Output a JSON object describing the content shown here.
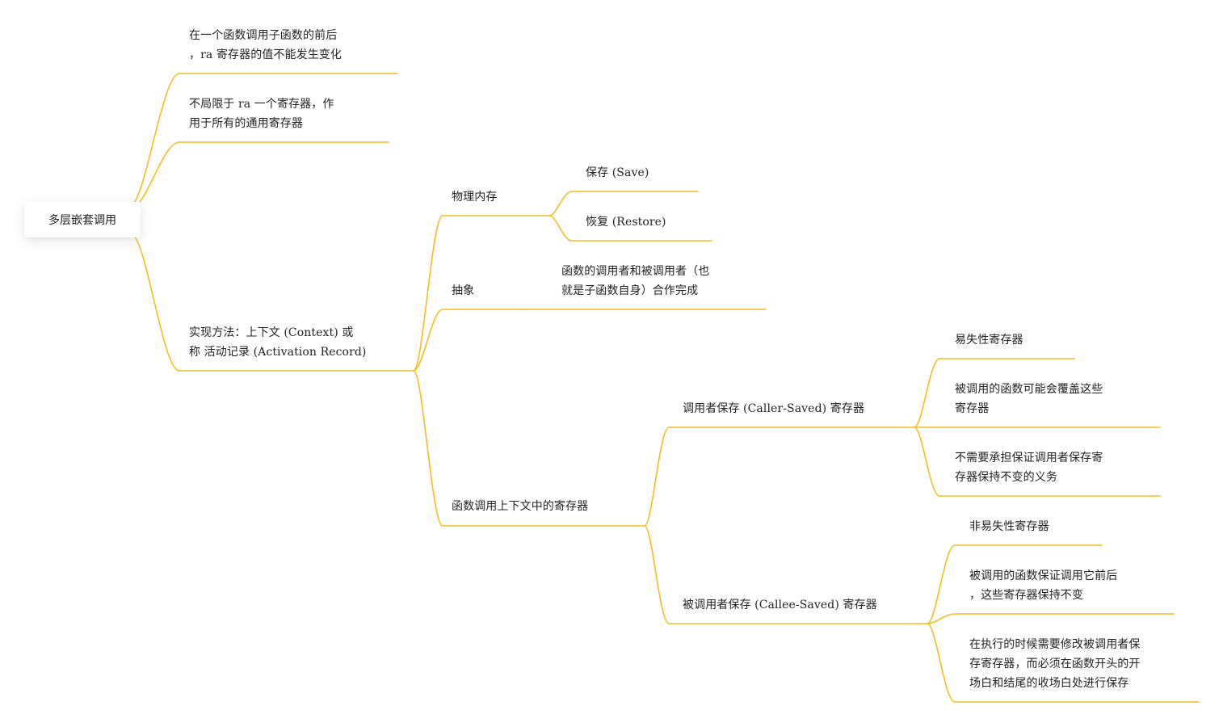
{
  "line_color": "#f5be1e",
  "mindmap": {
    "root": "多层嵌套调用",
    "nodes": {
      "n1": "在一个函数调用子函数的前后\n，ra 寄存器的值不能发生变化",
      "n2": "不局限于 ra 一个寄存器，作\n用于所有的通用寄存器",
      "n3": "实现方法：上下文 (Context) 或\n称 活动记录 (Activation Record)",
      "n3a": "物理内存",
      "n3a1": "保存 (Save)",
      "n3a2": "恢复 (Restore)",
      "n3b": "抽象",
      "n3b1": "函数的调用者和被调用者（也\n就是子函数自身）合作完成",
      "n3c": "函数调用上下文中的寄存器",
      "n3c1": "调用者保存 (Caller-Saved) 寄存器",
      "n3c1a": "易失性寄存器",
      "n3c1b": "被调用的函数可能会覆盖这些\n寄存器",
      "n3c1c": "不需要承担保证调用者保存寄\n存器保持不变的义务",
      "n3c2": "被调用者保存 (Callee-Saved) 寄存器",
      "n3c2a": "非易失性寄存器",
      "n3c2b": "被调用的函数保证调用它前后\n，这些寄存器保持不变",
      "n3c2c": "在执行的时候需要修改被调用者保\n存寄存器，而必须在函数开头的开\n场白和结尾的收场白处进行保存"
    }
  }
}
